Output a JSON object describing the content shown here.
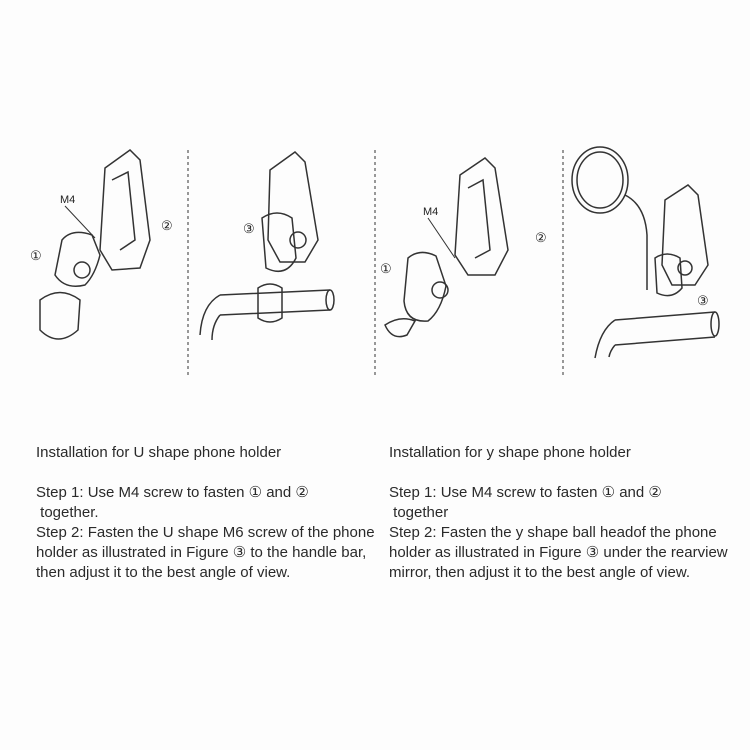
{
  "figures": {
    "u_shape": {
      "screw_label": "M4",
      "part1": "①",
      "part2": "②",
      "figure3": "③"
    },
    "y_shape": {
      "screw_label": "M4",
      "part1": "①",
      "part2": "②",
      "figure3": "③"
    }
  },
  "left": {
    "heading": "Installation for U shape phone holder",
    "step1_a": "Step 1: Use M4 screw to fasten ① and ②",
    "step1_b": " together.",
    "step2": "Step 2: Fasten the U shape M6 screw of the phone holder as illustrated in Figure ③ to the handle bar, then adjust it to the best angle of view."
  },
  "right": {
    "heading": "Installation for y shape phone holder",
    "step1_a": "Step 1: Use M4 screw to fasten ① and ②",
    "step1_b": " together",
    "step2": "Step 2: Fasten the y shape ball headof the phone holder as illustrated in Figure ③ under the rearview mirror, then adjust it to the best angle of view."
  }
}
